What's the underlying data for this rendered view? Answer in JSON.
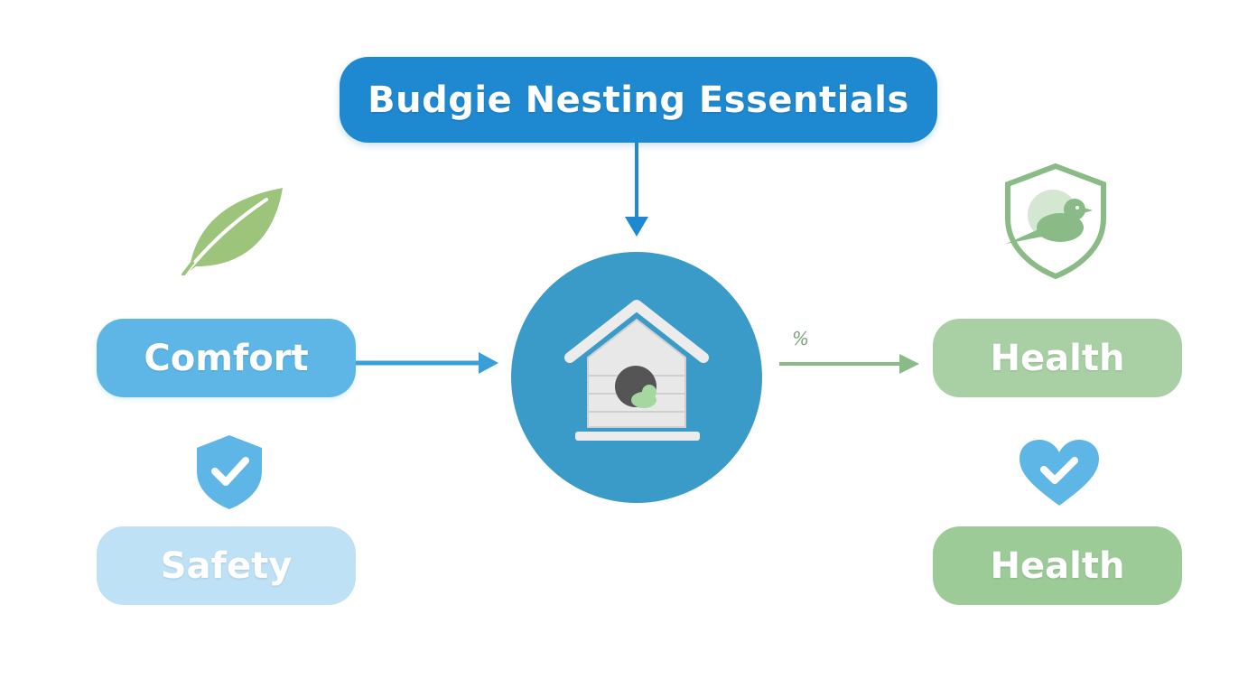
{
  "title": "Budgie Nesting Essentials",
  "nodes": {
    "comfort": "Comfort",
    "safety": "Safety",
    "health_top": "Health",
    "health_bottom": "Health"
  },
  "edge_labels": {
    "center_to_health": "%"
  },
  "icons": {
    "leaf": "leaf-icon",
    "shield_check": "shield-check-icon",
    "shield_bird": "shield-bird-icon",
    "heart_check": "heart-check-icon",
    "birdhouse": "birdhouse-icon"
  },
  "colors": {
    "title_bg": "#1e88d0",
    "comfort_bg": "#5db6e6",
    "safety_bg": "#bfe1f5",
    "health_bg": "#a8d0a4",
    "center_circle": "#3a9ac8",
    "blue_arrow": "#3a9fd8",
    "green_arrow": "#8abb86"
  }
}
